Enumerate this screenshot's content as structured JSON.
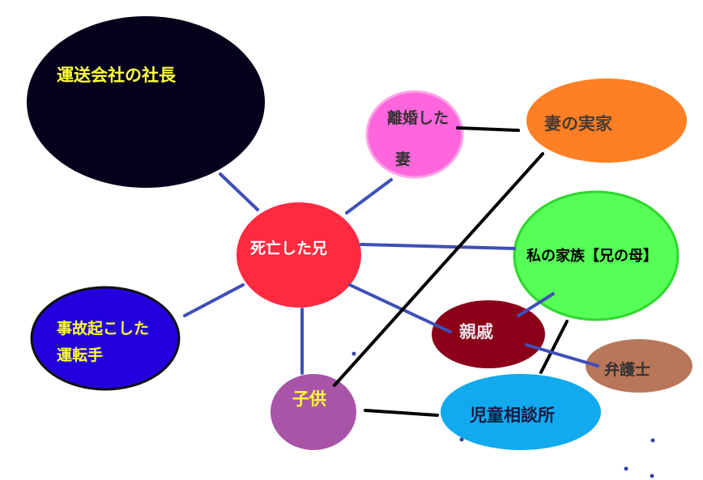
{
  "nodes": {
    "company_president": {
      "label": "運送会社の社長",
      "fill": "#06001b",
      "text_color": "#ffff44"
    },
    "divorced_wife": {
      "label_line1": "離婚した",
      "label_line2": "妻",
      "fill": "#ff66dd",
      "stroke": "#ffa3e6",
      "text_color": "#333333"
    },
    "wife_parents_home": {
      "label": "妻の実家",
      "fill": "#ff7f24",
      "text_color": "#4a3a30"
    },
    "deceased_brother": {
      "label": "死亡した兄",
      "fill": "#ff2a40",
      "text_color": "#ffffff"
    },
    "my_family": {
      "label": "私の家族【兄の母】",
      "fill": "#55ff55",
      "stroke": "#2fd62f",
      "text_color": "#000000"
    },
    "accident_driver": {
      "label_line1": "事故起こした",
      "label_line2": "運転手",
      "fill": "#2200dd",
      "stroke": "#111111",
      "text_color": "#ffff33"
    },
    "relatives": {
      "label": "親戚",
      "fill": "#8b0018",
      "text_color": "#ece2ea"
    },
    "lawyer": {
      "label": "弁護士",
      "fill": "#b8765a",
      "text_color": "#333333"
    },
    "child": {
      "label": "子供",
      "fill": "#a855a8",
      "text_color": "#ffff33"
    },
    "child_guidance_center": {
      "label": "児童相談所",
      "fill": "#11aaee",
      "text_color": "#1a1a40"
    }
  },
  "line_colors": {
    "blue": "#3f4fb8",
    "black": "#000000",
    "dot": "#3344aa"
  }
}
